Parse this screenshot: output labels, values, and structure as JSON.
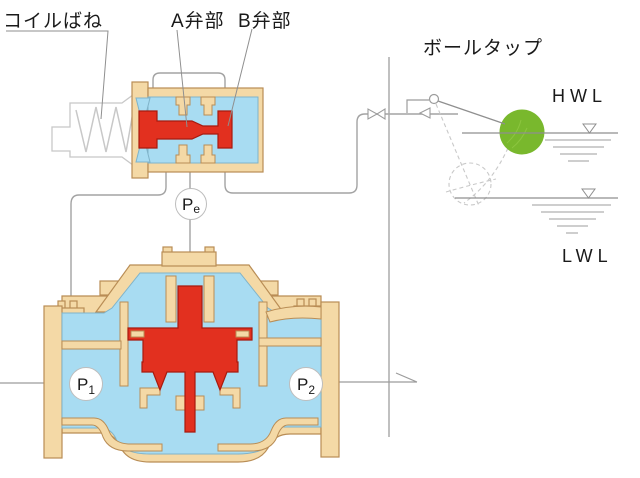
{
  "annotations": {
    "coil_spring": "コイルばね",
    "valve_a": "A弁部",
    "valve_b": "B弁部",
    "ball_tap": "ボールタップ"
  },
  "water_levels": {
    "high": "HWL",
    "low": "LWL"
  },
  "pressure_points": {
    "pe": {
      "base": "P",
      "sub": "e"
    },
    "p1": {
      "base": "P",
      "sub": "1"
    },
    "p2": {
      "base": "P",
      "sub": "2"
    }
  },
  "colors": {
    "body_tan": "#F4D9A6",
    "body_outline": "#B98D55",
    "water_blue": "#A8DCF2",
    "blue_outline": "#7FB3C9",
    "valve_red": "#E2301F",
    "red_outline": "#A81A0E",
    "float_green": "#79B82D",
    "pipe_gray": "#9C9C9C",
    "ghost_gray": "#C9C9C9"
  }
}
